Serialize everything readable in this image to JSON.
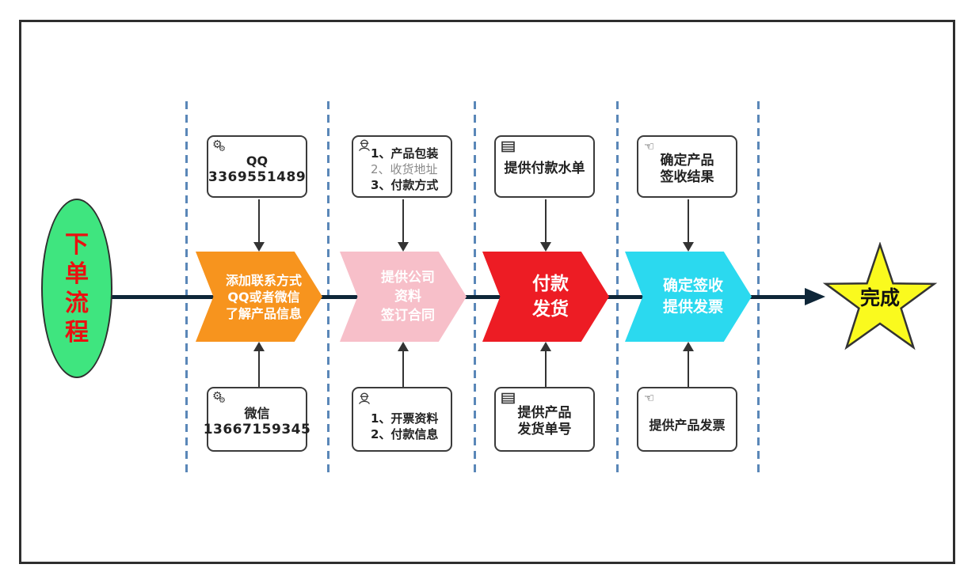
{
  "diagram": {
    "ellipse": {
      "chars": [
        "下",
        "单",
        "流",
        "程"
      ]
    },
    "star": {
      "label": "完成"
    },
    "steps": [
      {
        "top_box": {
          "icon": "gears-icon",
          "lines": [
            "QQ",
            "3369551489"
          ]
        },
        "chevron": [
          "添加联系方式",
          "QQ或者微信",
          "了解产品信息"
        ],
        "bottom_box": {
          "icon": "gears-icon",
          "lines": [
            "微信",
            "13667159345"
          ]
        }
      },
      {
        "top_box": {
          "icon": "worker-icon",
          "lines": [
            "1、产品包装",
            "2、收货地址",
            "3、付款方式"
          ]
        },
        "chevron": [
          "提供公司",
          "资料",
          "签订合同"
        ],
        "bottom_box": {
          "icon": "worker-icon",
          "lines": [
            "1、开票资料",
            "2、付款信息"
          ]
        }
      },
      {
        "top_box": {
          "icon": "table-icon",
          "lines": [
            "提供付款水单"
          ]
        },
        "chevron": [
          "付款",
          "发货"
        ],
        "bottom_box": {
          "icon": "table-icon",
          "lines": [
            "提供产品",
            "发货单号"
          ]
        }
      },
      {
        "top_box": {
          "icon": "pointing-hand-icon",
          "lines": [
            "确定产品",
            "签收结果"
          ]
        },
        "chevron": [
          "确定签收",
          "提供发票"
        ],
        "bottom_box": {
          "icon": "pointing-hand-icon",
          "lines": [
            "提供产品发票"
          ]
        }
      }
    ],
    "icons": {
      "gear_glyph": "⚙",
      "hand_glyph": "☜"
    },
    "colors": {
      "ellipse_fill": "#3fe57f",
      "ellipse_text": "#ea1010",
      "chevron_1": "#f7941e",
      "chevron_2": "#f7bfc9",
      "chevron_3": "#ed1c24",
      "chevron_4": "#2bd9ef",
      "star_fill": "#fafa1e",
      "main_line": "#0e2638",
      "lane_dashed": "#5a87b8"
    }
  }
}
